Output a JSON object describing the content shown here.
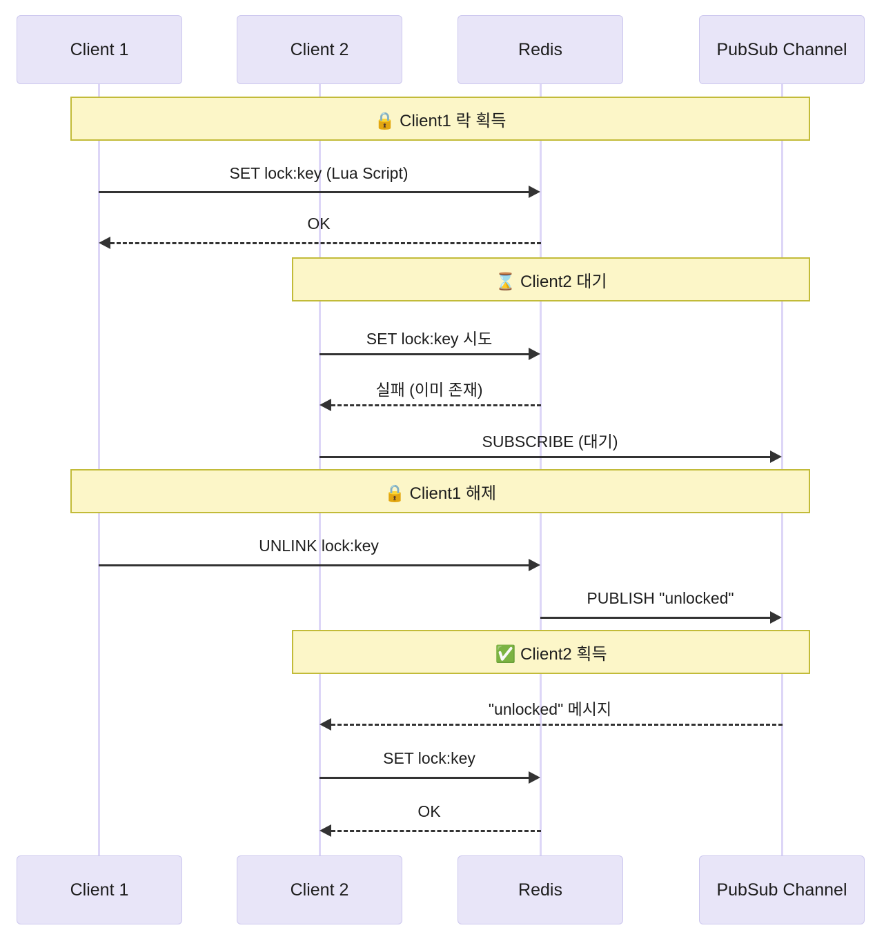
{
  "diagram": {
    "type": "sequence-diagram",
    "title": "Redis distributed lock with PubSub notification",
    "colors": {
      "participant_fill": "#e8e5f8",
      "participant_border": "#ccc7ee",
      "lifeline": "#ddd6f7",
      "note_fill": "#fcf6c8",
      "note_border": "#c2bb39",
      "arrow": "#333333",
      "text": "#1d1d1d"
    }
  },
  "participants": [
    {
      "id": "client1",
      "label": "Client 1"
    },
    {
      "id": "client2",
      "label": "Client 2"
    },
    {
      "id": "redis",
      "label": "Redis"
    },
    {
      "id": "pubsub",
      "label": "PubSub Channel"
    }
  ],
  "participants_bottom": [
    {
      "id": "client1",
      "label": "Client 1"
    },
    {
      "id": "client2",
      "label": "Client 2"
    },
    {
      "id": "redis",
      "label": "Redis"
    },
    {
      "id": "pubsub",
      "label": "PubSub Channel"
    }
  ],
  "notes": [
    {
      "id": "note-client1-acquire",
      "label": "🔒 Client1 락 획득",
      "icon": "lock-icon",
      "span": "client1-pubsub"
    },
    {
      "id": "note-client2-wait",
      "label": "⌛ Client2 대기",
      "icon": "hourglass-icon",
      "span": "client2-pubsub"
    },
    {
      "id": "note-client1-release",
      "label": "🔒 Client1 해제",
      "icon": "lock-icon",
      "span": "client1-pubsub"
    },
    {
      "id": "note-client2-acquire",
      "label": "✅ Client2 획득",
      "icon": "check-mark-icon",
      "span": "client2-pubsub"
    }
  ],
  "messages": [
    {
      "id": "msg-set-lock-lua",
      "label": "SET lock:key (Lua Script)",
      "from": "client1",
      "to": "redis",
      "style": "solid",
      "direction": "right"
    },
    {
      "id": "msg-ok-1",
      "label": "OK",
      "from": "redis",
      "to": "client1",
      "style": "dashed",
      "direction": "left"
    },
    {
      "id": "msg-set-lock-try",
      "label": "SET lock:key 시도",
      "from": "client2",
      "to": "redis",
      "style": "solid",
      "direction": "right"
    },
    {
      "id": "msg-fail-exists",
      "label": "실패 (이미 존재)",
      "from": "redis",
      "to": "client2",
      "style": "dashed",
      "direction": "left"
    },
    {
      "id": "msg-subscribe",
      "label": "SUBSCRIBE (대기)",
      "from": "client2",
      "to": "pubsub",
      "style": "solid",
      "direction": "right"
    },
    {
      "id": "msg-unlink",
      "label": "UNLINK lock:key",
      "from": "client1",
      "to": "redis",
      "style": "solid",
      "direction": "right"
    },
    {
      "id": "msg-publish",
      "label": "PUBLISH \"unlocked\"",
      "from": "redis",
      "to": "pubsub",
      "style": "solid",
      "direction": "right"
    },
    {
      "id": "msg-unlocked-message",
      "label": "\"unlocked\" 메시지",
      "from": "pubsub",
      "to": "client2",
      "style": "dashed",
      "direction": "left"
    },
    {
      "id": "msg-set-lock-2",
      "label": "SET lock:key",
      "from": "client2",
      "to": "redis",
      "style": "solid",
      "direction": "right"
    },
    {
      "id": "msg-ok-2",
      "label": "OK",
      "from": "redis",
      "to": "client2",
      "style": "dashed",
      "direction": "left"
    }
  ]
}
